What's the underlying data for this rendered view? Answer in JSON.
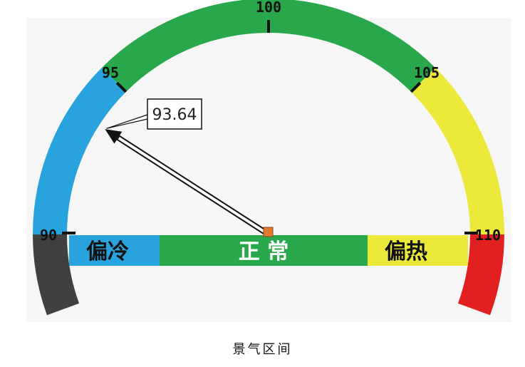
{
  "chart_data": {
    "type": "gauge",
    "title": "景气区间",
    "min": 90,
    "max": 110,
    "value": 93.64,
    "value_label": "93.64",
    "ticks": [
      {
        "value": 90,
        "label": "90"
      },
      {
        "value": 95,
        "label": "95"
      },
      {
        "value": 100,
        "label": "100"
      },
      {
        "value": 105,
        "label": "105"
      },
      {
        "value": 110,
        "label": "110"
      }
    ],
    "bands": [
      {
        "from": 90,
        "to": 95,
        "color": "#29a3dd"
      },
      {
        "from": 95,
        "to": 105,
        "color": "#28a84a"
      },
      {
        "from": 105,
        "to": 110,
        "color": "#ece93a"
      }
    ],
    "outer_segments": {
      "low_color": "#404040",
      "high_color": "#e32020"
    },
    "zones": [
      {
        "label": "偏冷",
        "color": "#29a3dd",
        "text_color": "#111111"
      },
      {
        "label": "正 常",
        "color": "#28a84a",
        "text_color": "#ffffff"
      },
      {
        "label": "偏热",
        "color": "#ece93a",
        "text_color": "#111111"
      }
    ],
    "pivot_color": "#e07a2e"
  }
}
